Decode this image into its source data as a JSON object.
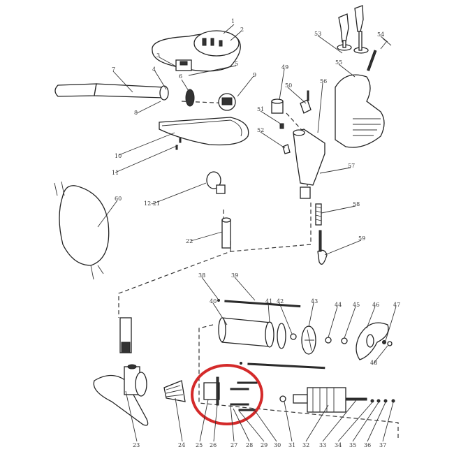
{
  "diagram": {
    "type": "exploded parts diagram",
    "highlight_color": "#d42a2a",
    "highlighted_parts": [
      "25",
      "26",
      "27",
      "28",
      "29",
      "30"
    ],
    "labels": {
      "p1": "1",
      "p2": "2",
      "p3": "3",
      "p4": "4",
      "p5": "5",
      "p6": "6",
      "p7": "7",
      "p8": "8",
      "p9": "9",
      "p10": "10",
      "p11": "11",
      "p12_21": "12-21",
      "p22": "22",
      "p23": "23",
      "p24": "24",
      "p25": "25",
      "p26": "26",
      "p27": "27",
      "p28": "28",
      "p29": "29",
      "p30": "30",
      "p31": "31",
      "p32": "32",
      "p33": "33",
      "p34": "34",
      "p35": "35",
      "p36": "36",
      "p37": "37",
      "p38": "38",
      "p39": "39",
      "p40": "40",
      "p41": "41",
      "p42": "42",
      "p43": "43",
      "p44": "44",
      "p45": "45",
      "p46": "46",
      "p47": "47",
      "p48": "48",
      "p49": "49",
      "p50": "50",
      "p51": "51",
      "p52": "52",
      "p53": "53",
      "p54": "54",
      "p55": "55",
      "p56": "56",
      "p57": "57",
      "p58": "58",
      "p59": "59",
      "p60": "60"
    }
  }
}
